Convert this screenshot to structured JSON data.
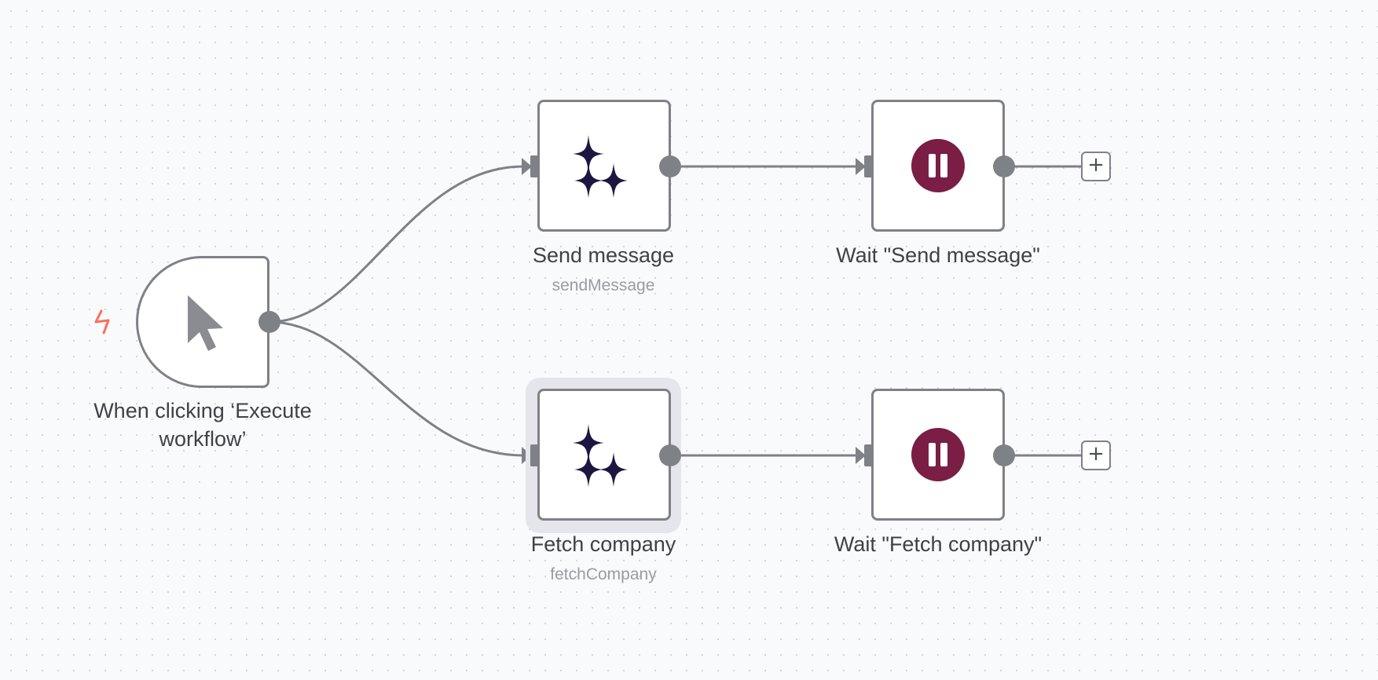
{
  "canvas": {
    "background": "#f9fafc",
    "edge_color": "#7e8186"
  },
  "nodes": {
    "trigger": {
      "label": "When clicking ‘Execute workflow’",
      "icon": "cursor-arrow-icon",
      "badge_icon": "lightning-bolt-icon",
      "badge_color": "#ff6d5a"
    },
    "send_message": {
      "label": "Send message",
      "subtitle": "sendMessage",
      "icon": "sparkles-icon",
      "icon_color": "#1d1640"
    },
    "fetch_company": {
      "label": "Fetch company",
      "subtitle": "fetchCompany",
      "icon": "sparkles-icon",
      "icon_color": "#1d1640",
      "selected": true
    },
    "wait_send": {
      "label": "Wait \"Send message\"",
      "icon": "pause-icon",
      "icon_color": "#7a1e45"
    },
    "wait_fetch": {
      "label": "Wait \"Fetch company\"",
      "icon": "pause-icon",
      "icon_color": "#7a1e45"
    }
  },
  "add_buttons": {
    "label": "+"
  }
}
